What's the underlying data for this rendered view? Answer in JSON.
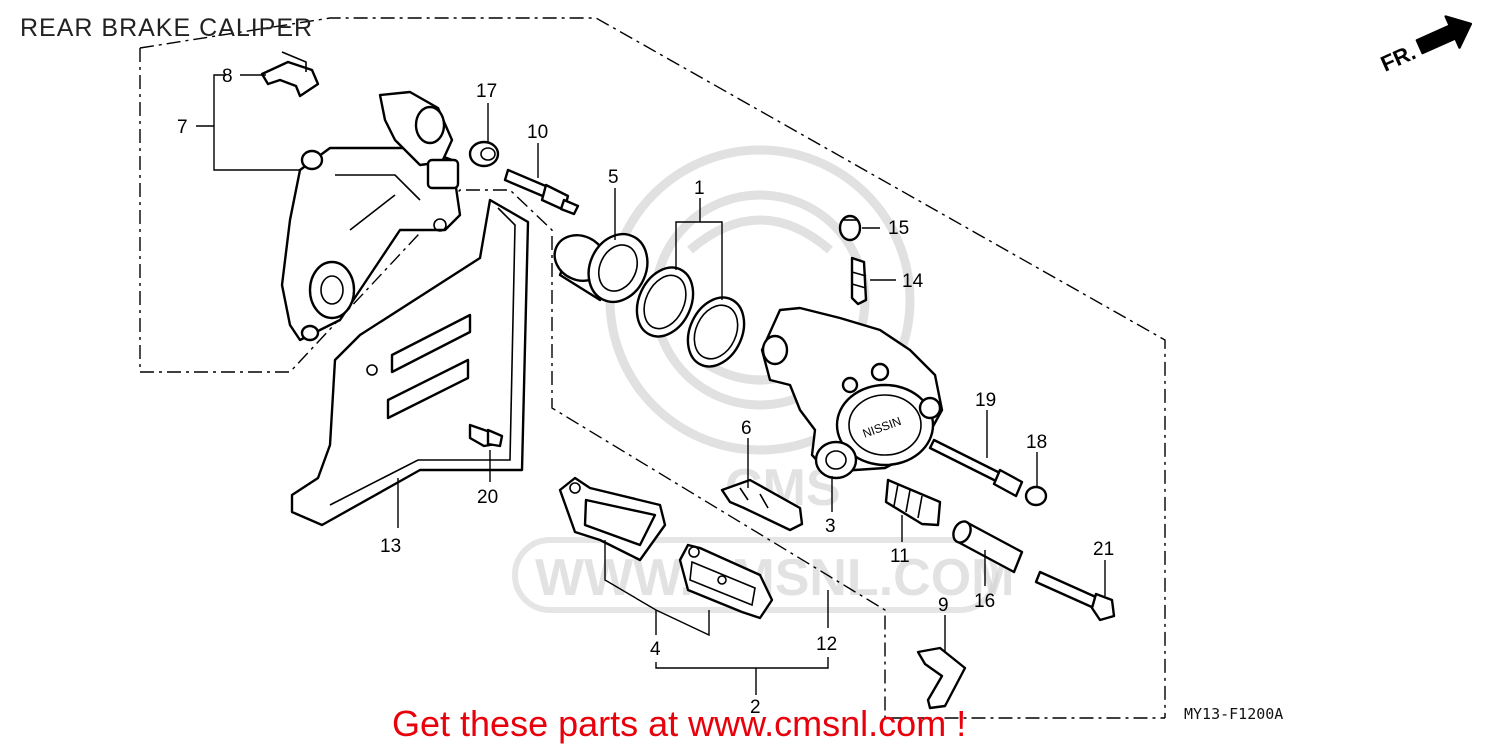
{
  "title": "REAR BRAKE CALIPER",
  "diagram_code": "MY13-F1200A",
  "call_to_action": "Get these parts at www.cmsnl.com !",
  "call_to_action_color": "#e8000b",
  "direction_label": "FR.",
  "watermark": {
    "brand": "CMS",
    "url": "WWW.CMSNL.COM"
  },
  "parts": {
    "p1": "1",
    "p2": "2",
    "p3": "3",
    "p4": "4",
    "p5": "5",
    "p6": "6",
    "p7": "7",
    "p8": "8",
    "p9": "9",
    "p10": "10",
    "p11": "11",
    "p12": "12",
    "p13": "13",
    "p14": "14",
    "p15": "15",
    "p16": "16",
    "p17": "17",
    "p18": "18",
    "p19": "19",
    "p20": "20",
    "p21": "21"
  }
}
